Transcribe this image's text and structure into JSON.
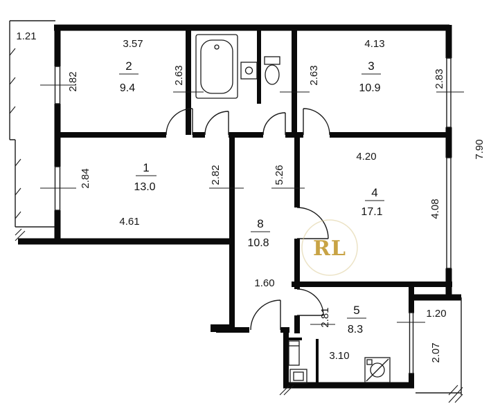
{
  "watermark": {
    "text": "RL",
    "accent_color": "#c39a31"
  },
  "rooms": {
    "r1": {
      "number": "1",
      "area": "13.0"
    },
    "r2": {
      "number": "2",
      "area": "9.4"
    },
    "r3": {
      "number": "3",
      "area": "10.9"
    },
    "r4": {
      "number": "4",
      "area": "17.1"
    },
    "r5": {
      "number": "5",
      "area": "8.3"
    },
    "r8": {
      "number": "8",
      "area": "10.8"
    }
  },
  "dims": {
    "balcony_left_w": "1.21",
    "r2_w": "3.57",
    "r2_l": "2.82",
    "r2_r": "2.63",
    "r3_w": "4.13",
    "r3_l": "2.63",
    "r3_r": "2.83",
    "total_h": "7.90",
    "r1_l": "2.84",
    "r1_r": "2.82",
    "r1_w": "4.61",
    "hall_h": "5.26",
    "hall_w": "1.60",
    "r4_w": "4.20",
    "r4_h": "4.08",
    "r5_l": "2.81",
    "r5_w": "3.10",
    "balcony_right_w": "1.20",
    "balcony_right_h": "2.07"
  }
}
